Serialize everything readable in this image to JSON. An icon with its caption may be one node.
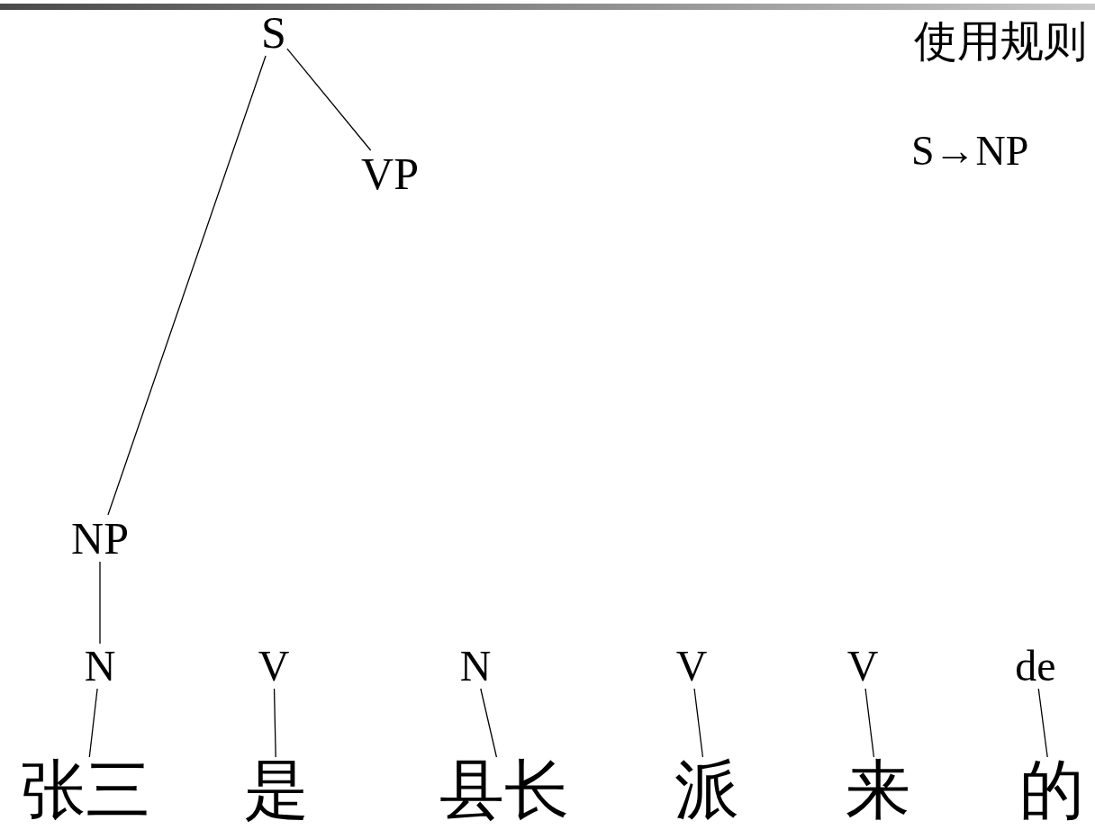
{
  "diagram": {
    "nodes": [
      {
        "text": [
          "S"
        ]
      },
      {
        "text": [
          "VP"
        ]
      },
      {
        "text": [
          "NP"
        ]
      },
      {
        "text": [
          "N"
        ]
      },
      {
        "text": [
          "V"
        ]
      },
      {
        "text": [
          "N"
        ]
      },
      {
        "text": [
          "V"
        ]
      },
      {
        "text": [
          "V"
        ]
      },
      {
        "text": [
          "de"
        ]
      },
      {
        "text": [
          "张三"
        ]
      },
      {
        "text": [
          "是"
        ]
      },
      {
        "text": [
          "县长"
        ]
      },
      {
        "text": [
          "派"
        ]
      },
      {
        "text": [
          "来"
        ]
      },
      {
        "text": [
          "的"
        ]
      }
    ],
    "edges": [
      {
        "from": 0,
        "to": 1,
        "arrow": "none"
      },
      {
        "from": 0,
        "to": 2,
        "arrow": "none"
      },
      {
        "from": 2,
        "to": 3,
        "arrow": "none"
      },
      {
        "from": 3,
        "to": 9,
        "arrow": "none"
      },
      {
        "from": 4,
        "to": 10,
        "arrow": "none"
      },
      {
        "from": 5,
        "to": 11,
        "arrow": "none"
      },
      {
        "from": 6,
        "to": 12,
        "arrow": "none"
      },
      {
        "from": 7,
        "to": 13,
        "arrow": "none"
      },
      {
        "from": 8,
        "to": 14,
        "arrow": "none"
      }
    ],
    "labels": [
      "使用规则",
      "S→NP"
    ]
  }
}
